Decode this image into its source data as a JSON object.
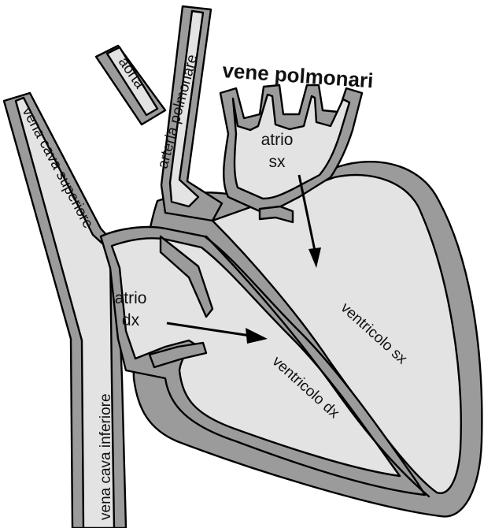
{
  "labels": {
    "vene_polmonari": "vene polmonari",
    "aorta": "aorta",
    "arteria_polmonare": "arteria polmonare",
    "vena_cava_superiore": "vena cava superiore",
    "vena_cava_inferiore": "vena cava inferiore",
    "atrio_sx_line1": "atrio",
    "atrio_sx_line2": "sx",
    "atrio_dx_line1": "atrio",
    "atrio_dx_line2": "dx",
    "ventricolo_sx": "ventricolo sx",
    "ventricolo_dx": "ventricolo dx"
  },
  "colors": {
    "wall": "#9b9b9b",
    "lumen": "#e3e3e3",
    "outline": "#000000",
    "background": "#ffffff"
  }
}
